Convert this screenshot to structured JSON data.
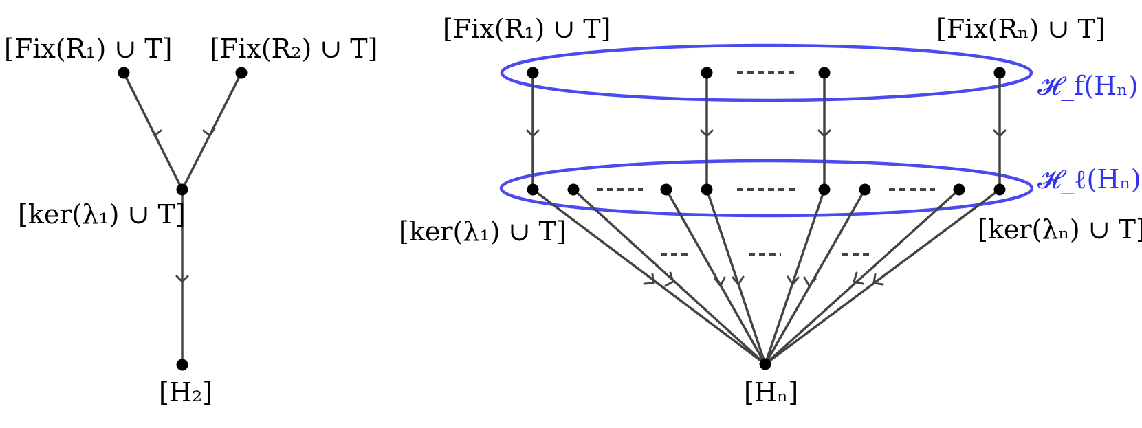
{
  "left_diagram": {
    "labels": {
      "fix_r1": "[Fix(R₁) ∪ T]",
      "fix_r2": "[Fix(R₂) ∪ T]",
      "ker_lambda1": "[ker(λ₁) ∪ T]",
      "h2": "[H₂]"
    }
  },
  "right_diagram": {
    "labels": {
      "fix_r1": "[Fix(R₁) ∪ T]",
      "fix_rn": "[Fix(Rₙ) ∪ T]",
      "ker_lambda1": "[ker(λ₁) ∪ T]",
      "ker_lambdan": "[ker(λₙ) ∪ T]",
      "hn": "[Hₙ]",
      "hf": "𝓗_f(Hₙ)",
      "hl": "𝓗_ℓ(Hₙ)"
    }
  },
  "colors": {
    "edge": "#444444",
    "node": "#000000",
    "ellipse": "#4a4af0",
    "blue_label": "#3333ee"
  }
}
